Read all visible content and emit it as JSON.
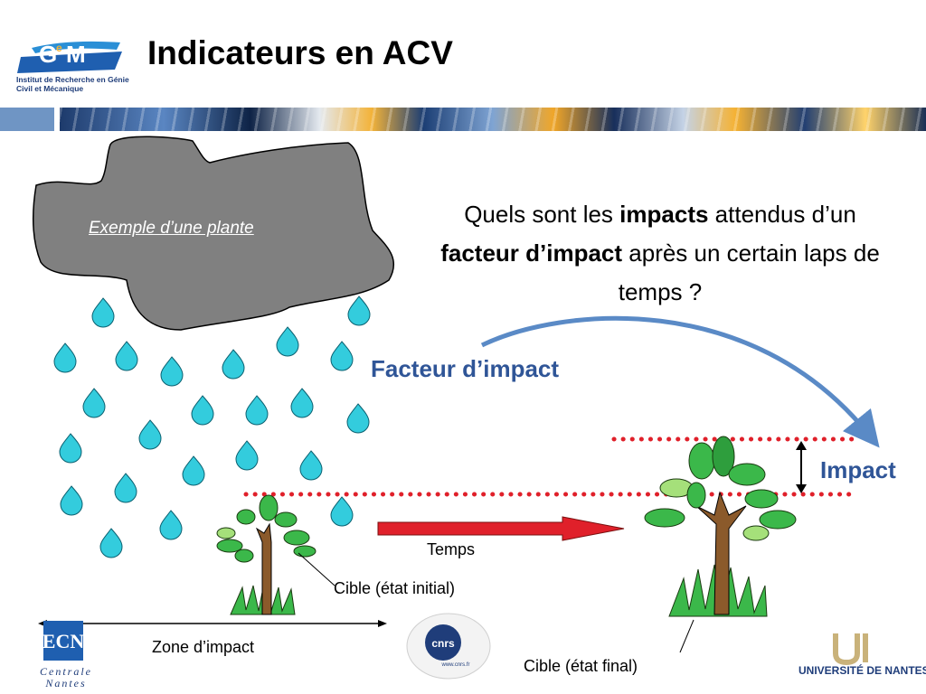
{
  "slide": {
    "title": "Indicateurs en ACV",
    "question": {
      "part1": "Quels sont les ",
      "bold1": "impacts",
      "part2": " attendus d’un ",
      "bold2": "facteur d’impact",
      "part3": " après un certain laps de temps ?"
    },
    "factor_label": "Facteur d’impact",
    "impact_label": "Impact",
    "plant_example_label": "Exemple d’une plante",
    "time_label": "Temps",
    "target_initial_label": "Cible (état initial)",
    "target_final_label": "Cible (état final)",
    "zone_label": "Zone d’impact"
  },
  "logos": {
    "gem_caption": "Institut de Recherche en Génie Civil et Mécanique",
    "ecn_caption": "Centrale Nantes",
    "cnrs_caption": "www.cnrs.fr",
    "nantes_caption": "UNIVERSITÉ DE NANTES"
  },
  "colors": {
    "title": "#000000",
    "accent_blue": "#2f5597",
    "cloud": "#808080",
    "drop": "#33ccdd",
    "dotted_line": "#e0202a",
    "arrow_red": "#e0202a",
    "curve_arrow": "#5a8ac6",
    "leaf": "#3bb84a",
    "trunk": "#8b5a2b"
  }
}
